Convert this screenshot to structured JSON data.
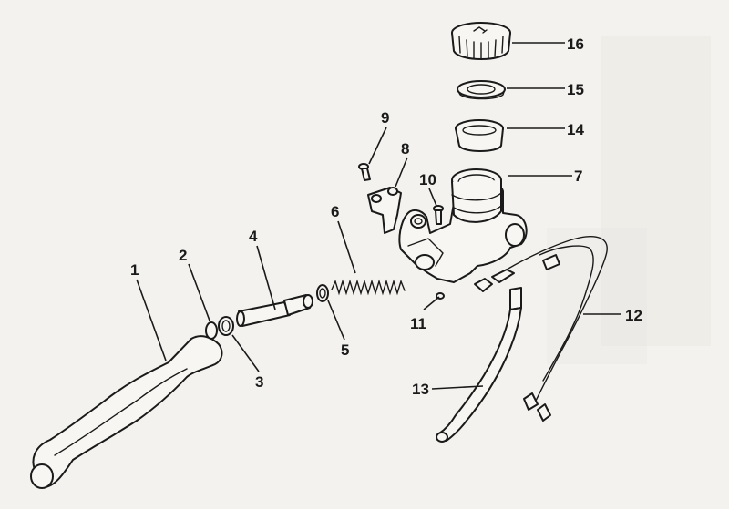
{
  "labels": [
    "1",
    "2",
    "3",
    "4",
    "5",
    "6",
    "7",
    "8",
    "9",
    "10",
    "11",
    "12",
    "13",
    "14",
    "15",
    "16"
  ],
  "colors": {
    "ink": "#1a1a1a",
    "paper": "#f3f2ee"
  }
}
